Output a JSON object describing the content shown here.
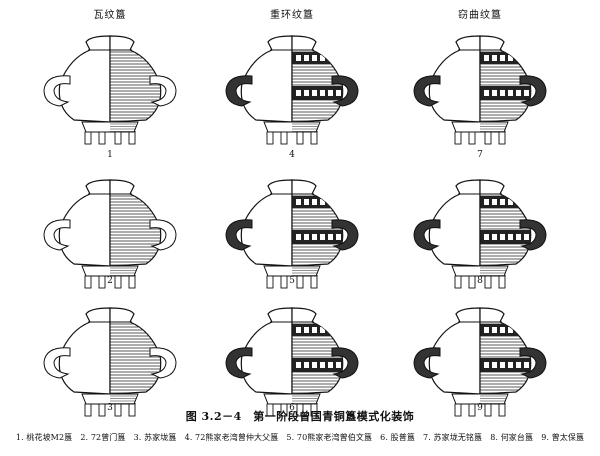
{
  "columns": [
    {
      "title": "瓦纹簋"
    },
    {
      "title": "重环纹簋"
    },
    {
      "title": "窃曲纹簋"
    }
  ],
  "figures": [
    {
      "number": "1",
      "style": "plain"
    },
    {
      "number": "4",
      "style": "ring"
    },
    {
      "number": "7",
      "style": "qiequ"
    },
    {
      "number": "2",
      "style": "plain"
    },
    {
      "number": "5",
      "style": "ring"
    },
    {
      "number": "8",
      "style": "qiequ"
    },
    {
      "number": "3",
      "style": "plain"
    },
    {
      "number": "6",
      "style": "ring"
    },
    {
      "number": "9",
      "style": "qiequ"
    }
  ],
  "caption": "图 3.2－4　第一阶段曾国青铜簋模式化装饰",
  "legend": "1. 桃花坡M2簋　2. 72曾门簋　3. 苏家垅簋　4. 72熊家老湾曾仲大父簋　5. 70熊家老湾曾伯文簋　6. 股普簋　7. 苏家垅无铭簋　8. 何家台簋　9. 曾太保簋"
}
